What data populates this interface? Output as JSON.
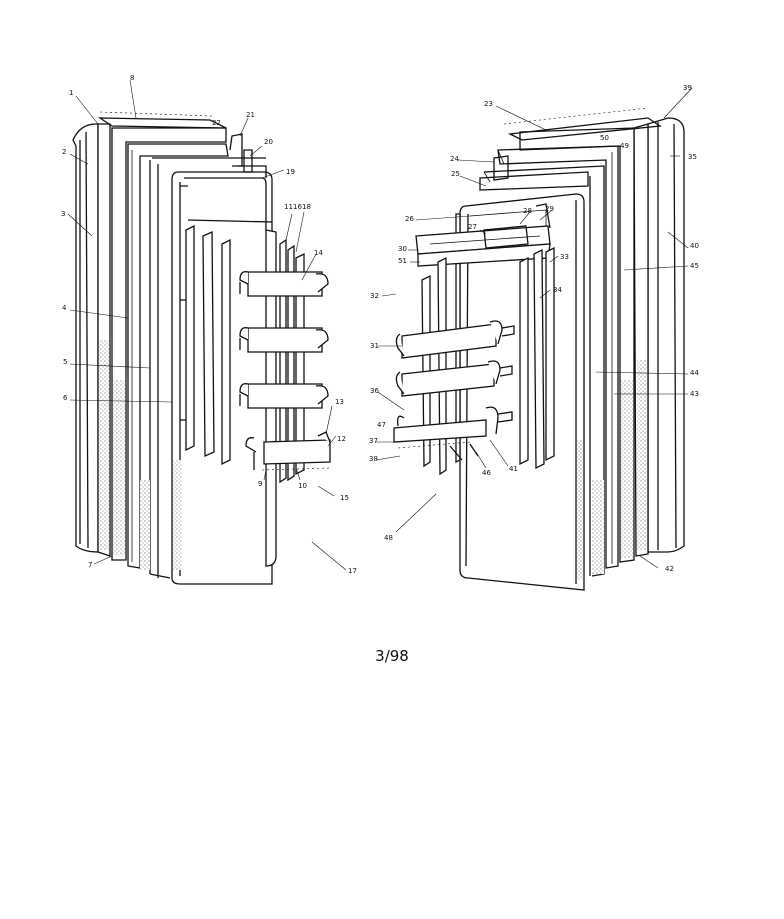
{
  "diagram": {
    "caption": "3/98",
    "left_callouts": [
      "1",
      "2",
      "3",
      "4",
      "5",
      "6",
      "7",
      "8",
      "9",
      "10",
      "11",
      "12",
      "13",
      "14",
      "15",
      "16",
      "17",
      "18",
      "19",
      "20",
      "21",
      "22"
    ],
    "right_callouts": [
      "23",
      "24",
      "25",
      "26",
      "27",
      "28",
      "29",
      "30",
      "31",
      "32",
      "33",
      "34",
      "35",
      "36",
      "37",
      "38",
      "39",
      "40",
      "41",
      "42",
      "43",
      "44",
      "45",
      "46",
      "47",
      "48",
      "49",
      "50",
      "51"
    ]
  }
}
